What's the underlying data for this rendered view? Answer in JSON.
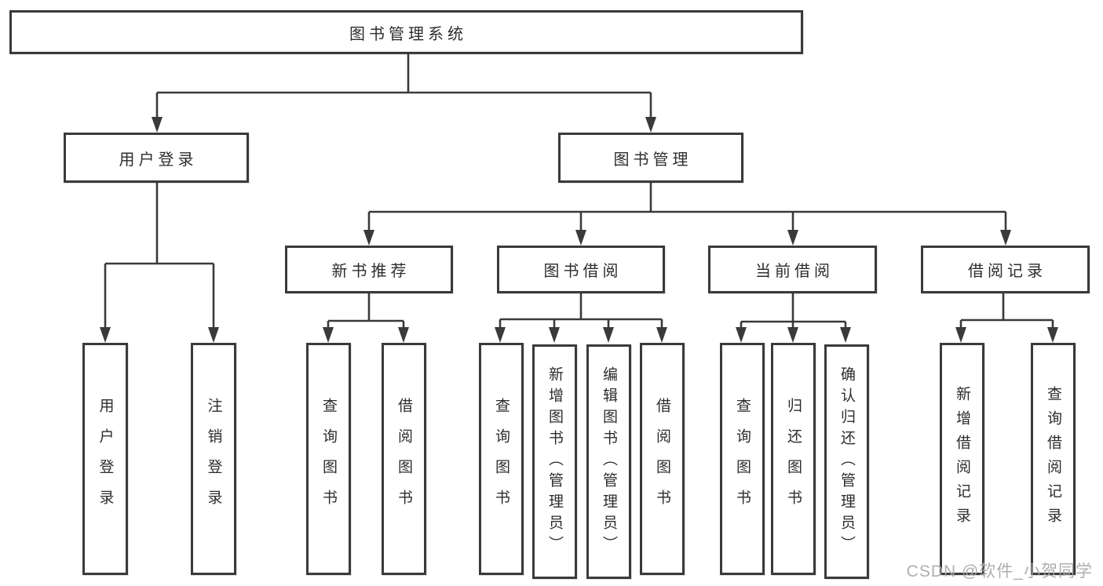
{
  "tree": {
    "label": "图书管理系统",
    "children": [
      {
        "label": "用户登录",
        "children": [
          {
            "label": "用户登录"
          },
          {
            "label": "注销登录"
          }
        ]
      },
      {
        "label": "图书管理",
        "children": [
          {
            "label": "新书推荐",
            "children": [
              {
                "label": "查询图书"
              },
              {
                "label": "借阅图书"
              }
            ]
          },
          {
            "label": "图书借阅",
            "children": [
              {
                "label": "查询图书"
              },
              {
                "label": "新增图书（管理员）"
              },
              {
                "label": "编辑图书（管理员）"
              },
              {
                "label": "借阅图书"
              }
            ]
          },
          {
            "label": "当前借阅",
            "children": [
              {
                "label": "查询图书"
              },
              {
                "label": "归还图书"
              },
              {
                "label": "确认归还（管理员）"
              }
            ]
          },
          {
            "label": "借阅记录",
            "children": [
              {
                "label": "新增借阅记录"
              },
              {
                "label": "查询借阅记录"
              }
            ]
          }
        ]
      }
    ]
  },
  "watermark": {
    "text": "CSDN @软件_小贺同学"
  },
  "colors": {
    "line": "#3a3a3a",
    "box_border": "#3a3a3a",
    "text": "#2d2d2d",
    "watermark": "#a8a8a8",
    "background": "#ffffff"
  }
}
